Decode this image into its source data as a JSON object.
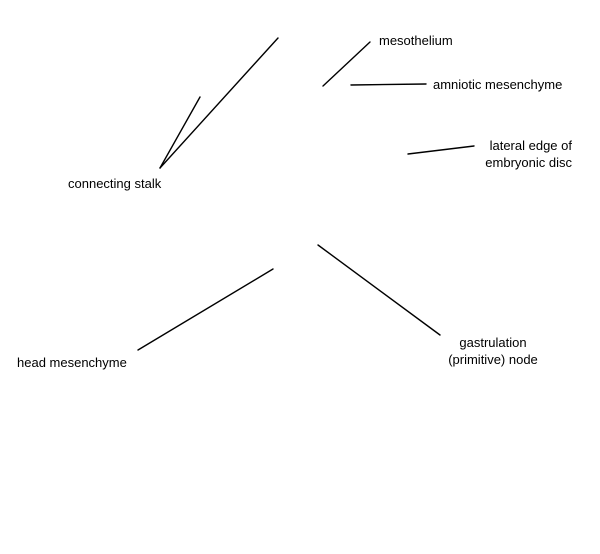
{
  "labels": {
    "mesothelium": "mesothelium",
    "amniotic_mesenchyme": "amniotic mesenchyme",
    "lateral_edge": {
      "line1": "lateral edge of",
      "line2": "embryonic disc"
    },
    "connecting_stalk": "connecting stalk",
    "head_mesenchyme": "head mesenchyme",
    "gastrulation_node": {
      "line1": "gastrulation",
      "line2": "(primitive) node"
    }
  },
  "colors": {
    "background": "#ffffff",
    "ink": "#000000"
  }
}
